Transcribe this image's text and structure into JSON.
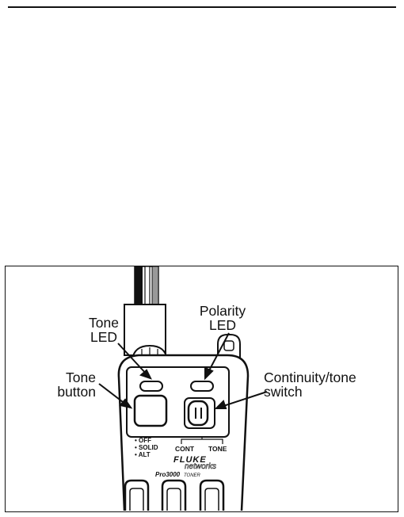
{
  "callouts": {
    "tone_led": "Tone\nLED",
    "polarity_led": "Polarity\nLED",
    "tone_button": "Tone\nbutton",
    "continuity_switch": "Continuity/tone\nswitch"
  },
  "device": {
    "modes": [
      "• OFF",
      "• SOLID",
      "• ALT"
    ],
    "switch_positions": {
      "left": "CONT",
      "right": "TONE"
    },
    "brand_top": "FLUKE",
    "brand_bottom": "networks",
    "model": "Pro3000",
    "model_suffix": "TONER"
  }
}
